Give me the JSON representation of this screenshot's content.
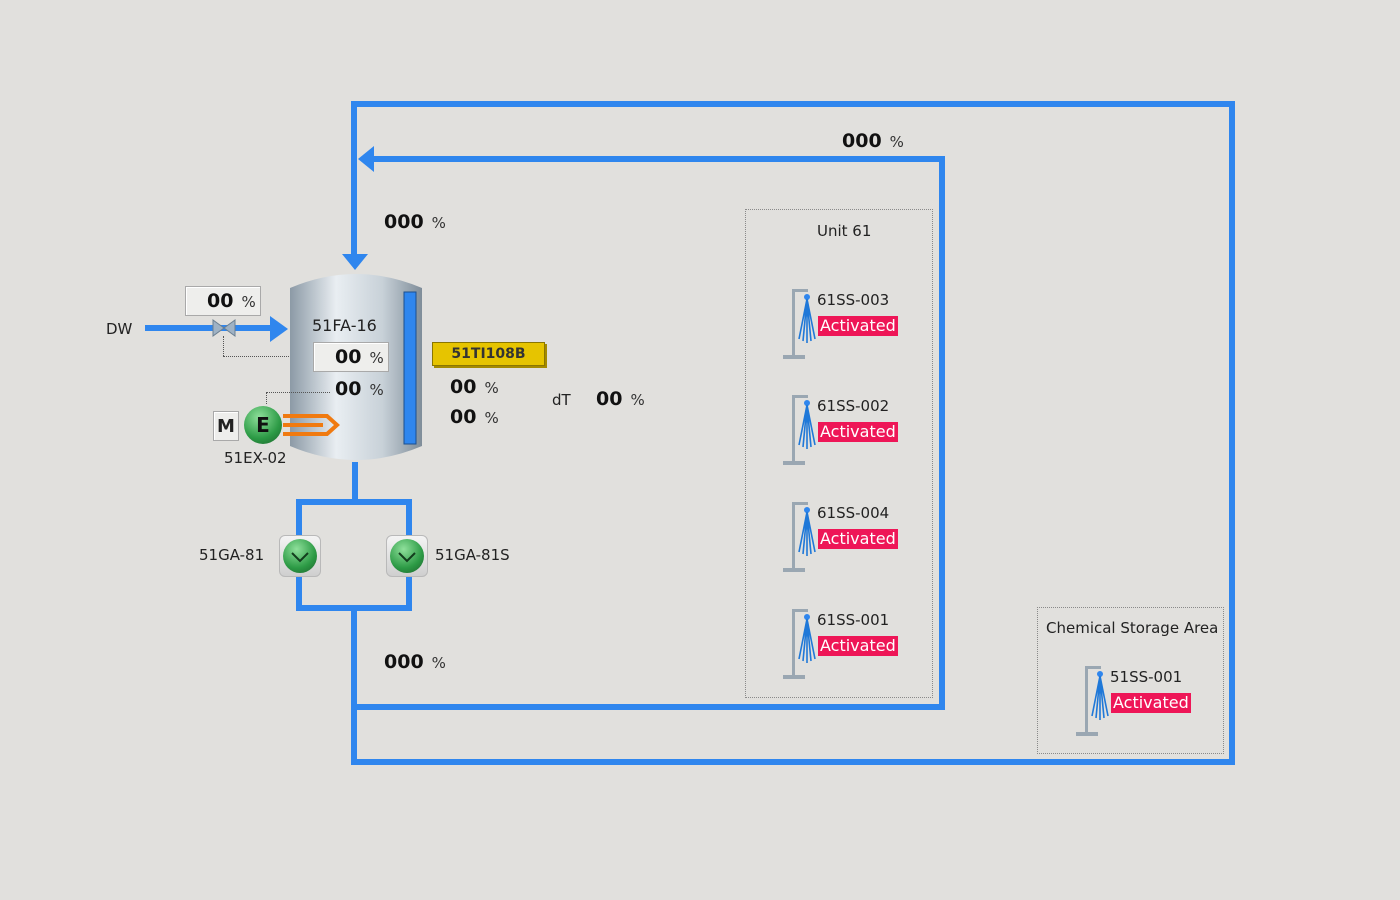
{
  "colors": {
    "pipe": "#2f86ee",
    "activated_bg": "#ee1657",
    "tag_bg": "#e6c400",
    "pump_green": "#2c9a45",
    "heater_orange": "#f07a10",
    "background": "#e1e0dd"
  },
  "readouts": {
    "top_right_flow": {
      "value": "000",
      "unit": "%"
    },
    "upper_left_flow": {
      "value": "000",
      "unit": "%"
    },
    "bottom_flow": {
      "value": "000",
      "unit": "%"
    },
    "dw_valve": {
      "value": "00",
      "unit": "%"
    },
    "tank_level_1": {
      "value": "00",
      "unit": "%"
    },
    "tank_level_2": {
      "value": "00",
      "unit": "%"
    },
    "temp_1": {
      "value": "00",
      "unit": "%"
    },
    "temp_2": {
      "value": "00",
      "unit": "%"
    },
    "dt": {
      "label": "dT",
      "value": "00",
      "unit": "%"
    }
  },
  "equipment": {
    "dw_label": "DW",
    "tank_label": "51FA-16",
    "tag_label": "51TI108B",
    "motor_m": "M",
    "motor_e": "E",
    "exchanger_label": "51EX-02",
    "pump_left_label": "51GA-81",
    "pump_right_label": "51GA-81S"
  },
  "unit61": {
    "title": "Unit 61",
    "showers": [
      {
        "id": "61SS-003",
        "status": "Activated"
      },
      {
        "id": "61SS-002",
        "status": "Activated"
      },
      {
        "id": "61SS-004",
        "status": "Activated"
      },
      {
        "id": "61SS-001",
        "status": "Activated"
      }
    ]
  },
  "chem_storage": {
    "title": "Chemical Storage Area",
    "showers": [
      {
        "id": "51SS-001",
        "status": "Activated"
      }
    ]
  },
  "icons": {
    "shower": "safety-shower-icon",
    "valve": "valve-icon",
    "pump": "pump-icon",
    "arrow": "flow-arrow-icon"
  }
}
